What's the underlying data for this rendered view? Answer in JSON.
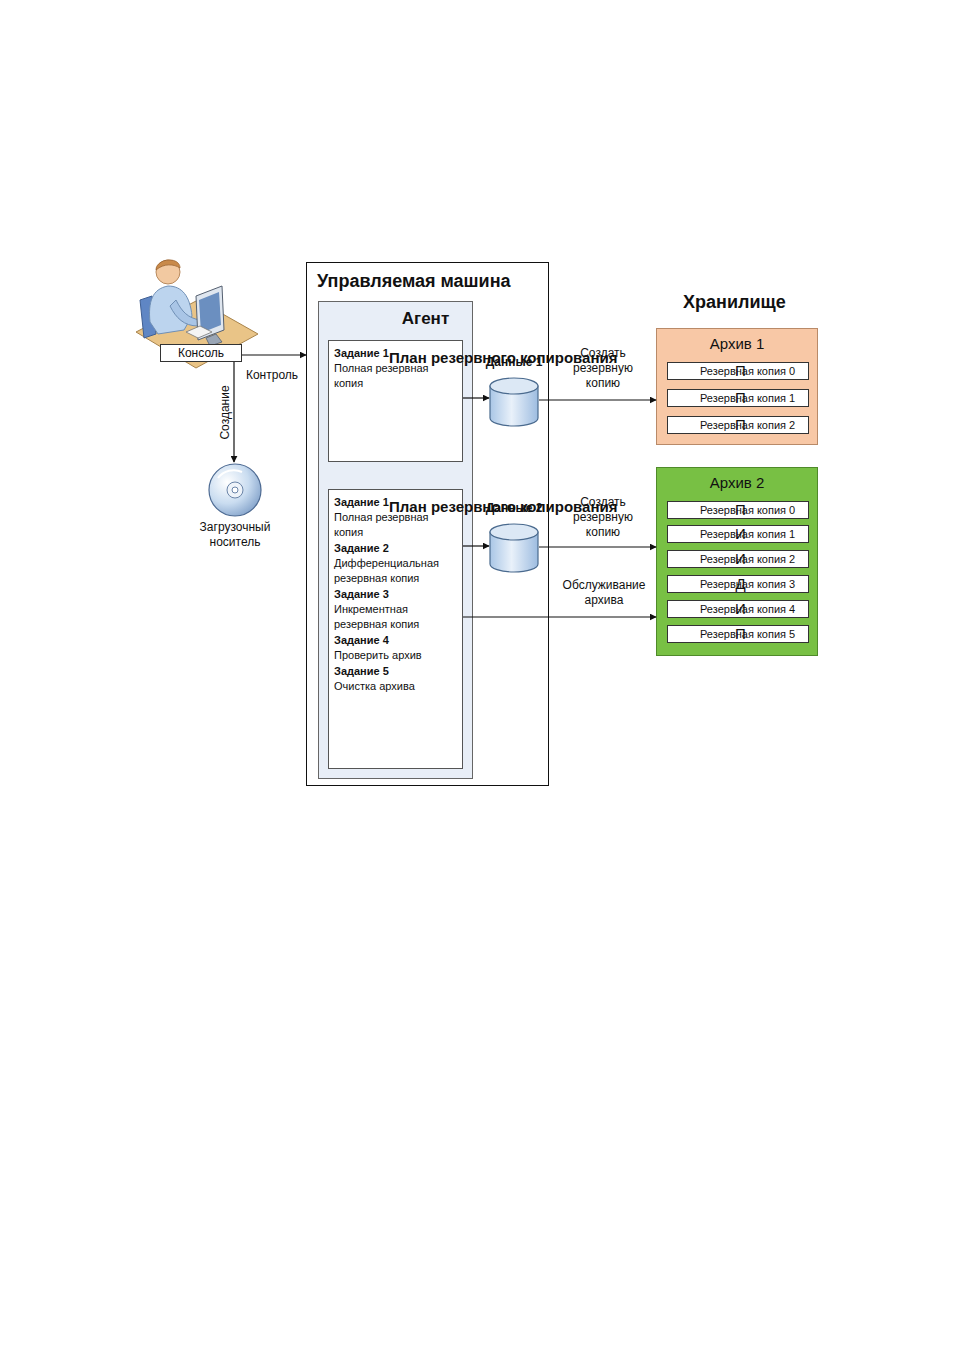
{
  "diagram": {
    "nodes": [
      {
        "text": [
          "Консоль"
        ]
      },
      {
        "text": [
          "Загрузочный носитель"
        ]
      },
      {
        "text": [
          "Управляемая машина"
        ]
      },
      {
        "text": [
          "Агент"
        ],
        "in": 2
      },
      {
        "text": [
          "План резервного копирования",
          "Задание 1",
          "Полная резервная копия"
        ],
        "in": 3
      },
      {
        "text": [
          "План резервного копирования",
          "Задание 1",
          "Полная резервная копия",
          "Задание 2",
          "Дифференциальная резервная копия",
          "Задание 3",
          "Инкрементная резервная копия",
          "Задание 4",
          "Проверить архив",
          "Задание 5",
          "Очистка архива"
        ],
        "in": 3
      },
      {
        "text": [
          "Данные 1"
        ],
        "in": 2
      },
      {
        "text": [
          "Данные 2"
        ],
        "in": 2
      },
      {
        "text": [
          "Архив 1"
        ]
      },
      {
        "text": [
          "П",
          "Резервная копия 0"
        ],
        "in": 8
      },
      {
        "text": [
          "П",
          "Резервная копия 1"
        ],
        "in": 8
      },
      {
        "text": [
          "П",
          "Резервная копия 2"
        ],
        "in": 8
      },
      {
        "text": [
          "Архив 2"
        ]
      },
      {
        "text": [
          "П",
          "Резервная копия 0"
        ],
        "in": 12
      },
      {
        "text": [
          "И",
          "Резервная копия 1"
        ],
        "in": 12
      },
      {
        "text": [
          "И",
          "Резервная копия 2"
        ],
        "in": 12
      },
      {
        "text": [
          "Д",
          "Резервная копия 3"
        ],
        "in": 12
      },
      {
        "text": [
          "И",
          "Резервная копия 4"
        ],
        "in": 12
      },
      {
        "text": [
          "П",
          "Резервная копия 5"
        ],
        "in": 12
      }
    ],
    "edges": [
      {
        "from": 0,
        "to": 2,
        "label": "Контроль",
        "arrow": "to"
      },
      {
        "from": 0,
        "to": 1,
        "label": "Создание",
        "arrow": "to"
      },
      {
        "from": 4,
        "to": 6,
        "arrow": "to"
      },
      {
        "from": 6,
        "to": 8,
        "label": "Создать резервную копию",
        "arrow": "to"
      },
      {
        "from": 5,
        "to": 7,
        "arrow": "to"
      },
      {
        "from": 7,
        "to": 12,
        "label": "Создать резервную копию",
        "arrow": "to"
      },
      {
        "from": 5,
        "to": 12,
        "label": "Обслуживание архива",
        "arrow": "to"
      }
    ],
    "labels": [
      "Хранилище"
    ]
  }
}
